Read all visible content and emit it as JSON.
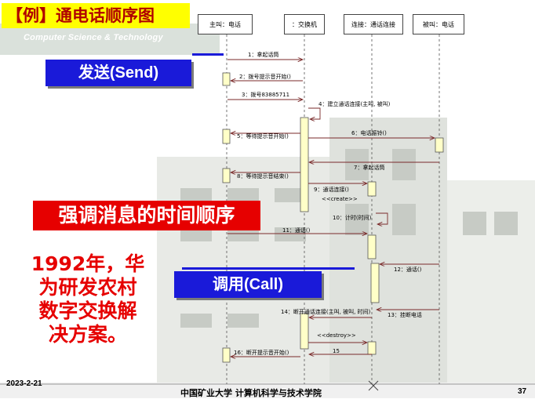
{
  "slide": {
    "title": "【例】通电话顺序图",
    "watermark": "Computer Science & Technology",
    "send_label": "发送(Send)",
    "call_label": "调用(Call)",
    "emphasis": "强调消息的时间顺序",
    "note_lines": [
      "1992年，华",
      "为研发农村",
      "数字交换解",
      "决方案。"
    ],
    "date": "2023-2-21",
    "footer": "中国矿业大学  计算机科学与技术学院",
    "page_number": "37"
  },
  "diagram": {
    "objects": [
      {
        "label": "主叫：电话"
      },
      {
        "label": "：交换机"
      },
      {
        "label": "连接：通话连接"
      },
      {
        "label": "被叫：电话"
      }
    ],
    "messages": [
      "1：拿起话筒",
      "2：拨号提示音开始()",
      "3：拨号83885711",
      "4：建立通话连接(主叫, 被叫)",
      "5：等待提示音开始()",
      "6：电话振铃()",
      "7：拿起话筒",
      "8：等待提示音结束()",
      "9：通话连接()",
      "<<create>>",
      "10：计时(时间)",
      "11：通话()",
      "12：通话()",
      "13：挂断电话",
      "14：断开通话连接(主叫, 被叫, 时间)",
      "<<destroy>>",
      "15",
      "16：断开提示音开始()"
    ]
  },
  "colors": {
    "title_bg": "#ffff00",
    "title_text": "#b00000",
    "blue_box": "#1a1ad9",
    "red_box": "#e60000",
    "note_text": "#e60000"
  }
}
